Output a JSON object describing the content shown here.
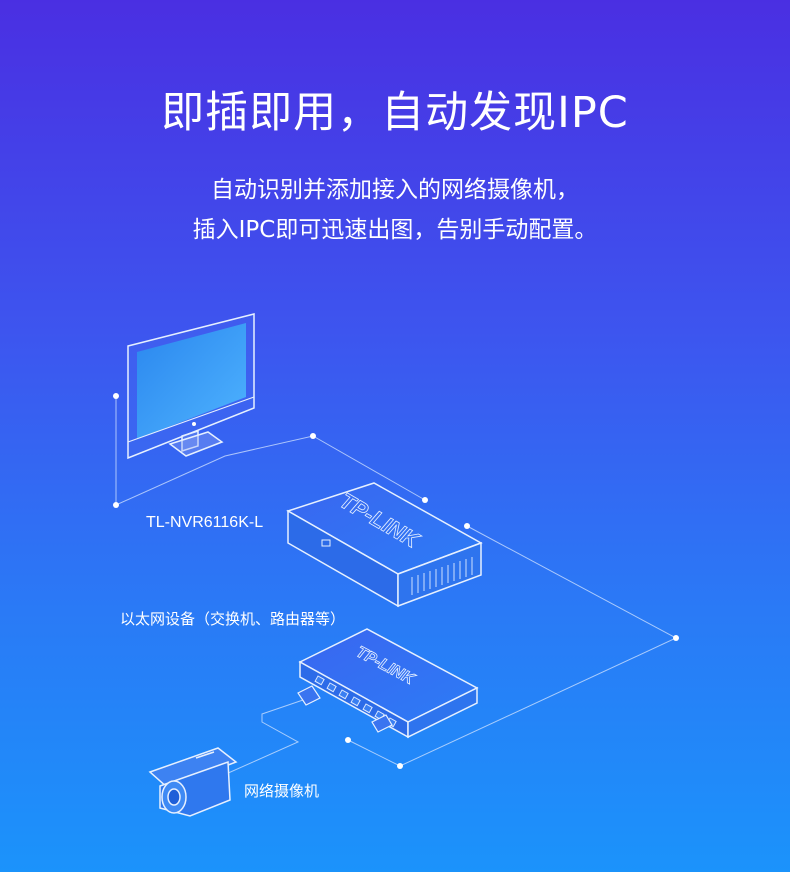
{
  "header": {
    "title": "即插即用，自动发现IPC",
    "subtitle_line1": "自动识别并添加接入的网络摄像机，",
    "subtitle_line2": "插入IPC即可迅速出图，告别手动配置。"
  },
  "diagram": {
    "nvr_label": "TL-NVR6116K-L",
    "switch_label": "以太网设备（交换机、路由器等）",
    "camera_label": "网络摄像机",
    "brand_logo": "TP-LINK",
    "icons": [
      "monitor-icon",
      "nvr-device-icon",
      "switch-device-icon",
      "ip-camera-icon",
      "ethernet-plug-icon"
    ]
  },
  "colors": {
    "gradient_top": "#4a2fe2",
    "gradient_bottom": "#1b93fb",
    "screen": "#2b8cf0",
    "line": "#cfe3ff"
  }
}
